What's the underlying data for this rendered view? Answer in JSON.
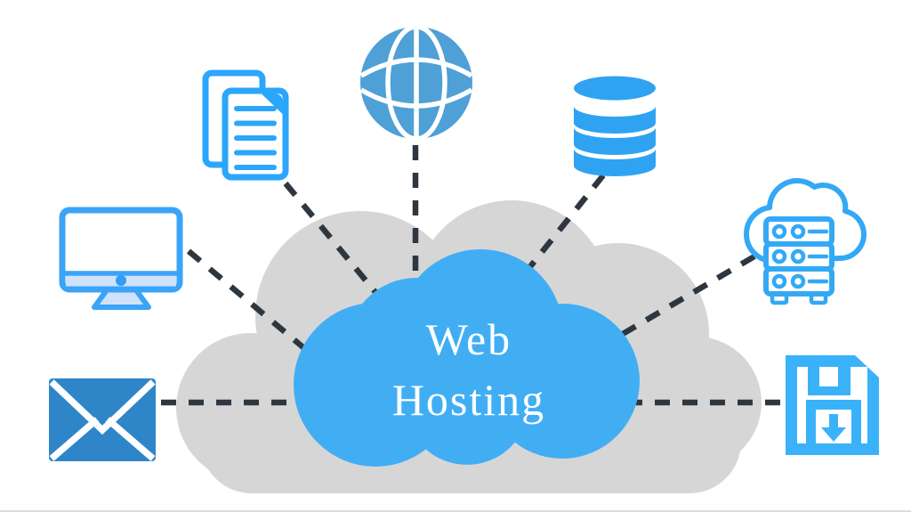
{
  "cloud": {
    "line1": "Web",
    "line2": "Hosting"
  },
  "connectors": {
    "style": "dashed",
    "count": 7,
    "targets": [
      "globe",
      "documents",
      "monitor",
      "email",
      "database",
      "cloud-server",
      "save-disk"
    ]
  },
  "icons": [
    {
      "name": "globe-icon",
      "meaning": "internet / world wide web"
    },
    {
      "name": "documents-icon",
      "meaning": "files / pages"
    },
    {
      "name": "monitor-icon",
      "meaning": "desktop computer"
    },
    {
      "name": "email-icon",
      "meaning": "mail envelope"
    },
    {
      "name": "database-icon",
      "meaning": "database storage"
    },
    {
      "name": "cloud-server-icon",
      "meaning": "hosting server rack in cloud"
    },
    {
      "name": "save-disk-icon",
      "meaning": "floppy disk / backup save"
    }
  ],
  "colors": {
    "cloud-blue": "#41aef4",
    "cloud-gray": "#d6d6d6",
    "dash": "#2e3740",
    "title": "#ffffff",
    "documents": "#2ba6fb",
    "monitor": "#3aa4f8",
    "monitor-accent": "#2f9df5",
    "light": "#cfe2fb",
    "email": "#2e86c8",
    "globe": "#4fa0d6",
    "database": "#2fa3f2",
    "server": "#33a9f5",
    "floppy": "#3ab2f9",
    "border": "#dcdcdc"
  }
}
